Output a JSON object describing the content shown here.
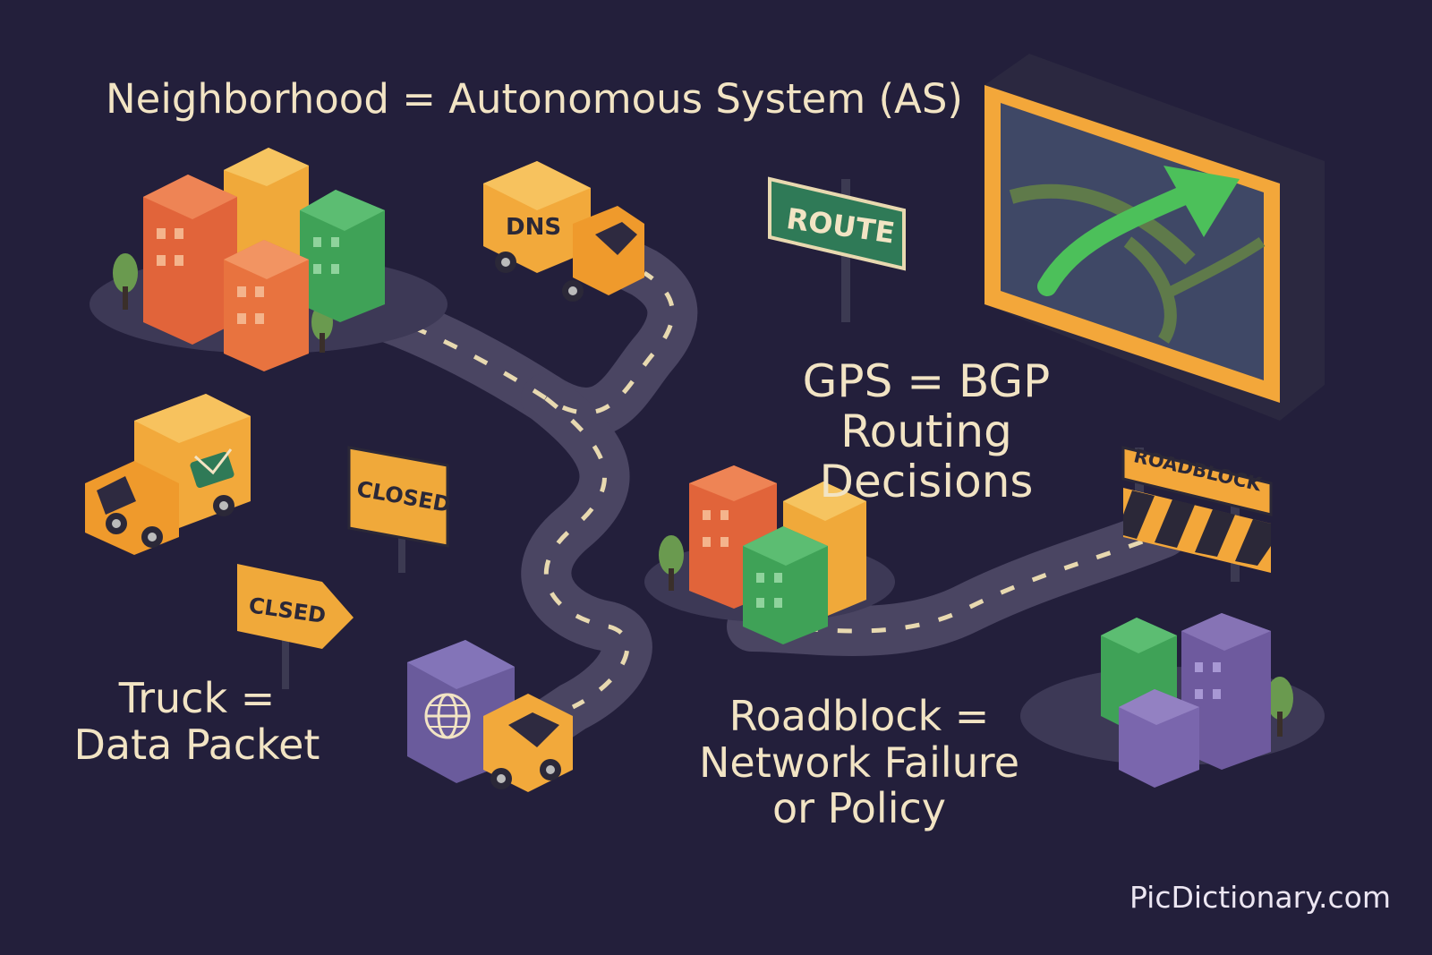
{
  "labels": {
    "neighborhood": "Neighborhood = Autonomous System (AS)",
    "gps_line1": "GPS = BGP Routing",
    "gps_line2": "Decisions",
    "truck_line1": "Truck =",
    "truck_line2": "Data Packet",
    "roadblock_line1": "Roadblock =",
    "roadblock_line2": "Network Failure",
    "roadblock_line3": "or Policy",
    "watermark": "PicDictionary.com"
  },
  "signs": {
    "route": "ROUTE",
    "closed_upper": "CLOSED",
    "closed_lower": "CLSED",
    "roadblock": "ROADBLOCK"
  },
  "trucks": {
    "dns_label": "DNS"
  },
  "colors": {
    "background": "#231f3b",
    "road": "#4a4562",
    "road_dash": "#e8d9b0",
    "orange_building": "#e1643a",
    "yellow_building": "#f0a93a",
    "green_building": "#3fa257",
    "purple_building": "#6e5a9e",
    "truck_yellow": "#f2a93b",
    "truck_purple": "#6a5b9c",
    "gps_frame": "#f3a73a",
    "gps_screen": "#3f4866",
    "route_arrow": "#4cc05a",
    "route_sign": "#2f7a57",
    "text": "#f2e4c4"
  }
}
